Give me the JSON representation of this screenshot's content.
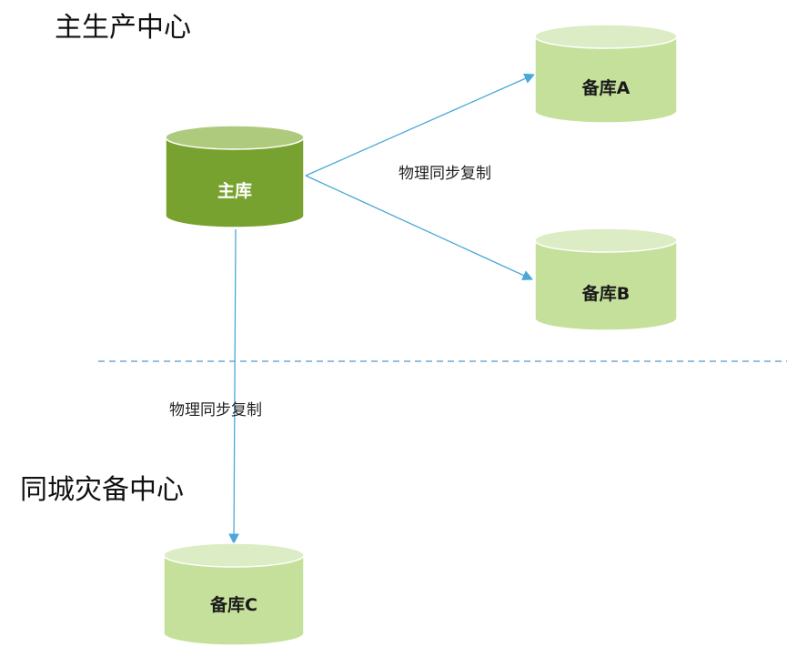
{
  "regions": {
    "primary_center": "主生产中心",
    "dr_center": "同城灾备中心"
  },
  "databases": {
    "primary": "主库",
    "standby_a": "备库A",
    "standby_b": "备库B",
    "standby_c": "备库C"
  },
  "edges": {
    "primary_to_ab_label": "物理同步复制",
    "primary_to_c_label": "物理同步复制"
  },
  "colors": {
    "primary_body": "#78a22f",
    "primary_top": "#aecb7d",
    "standby_body": "#c5e09b",
    "standby_top": "#dcecc4",
    "arrow": "#4aa8d8",
    "divider": "#6fa8dc"
  }
}
